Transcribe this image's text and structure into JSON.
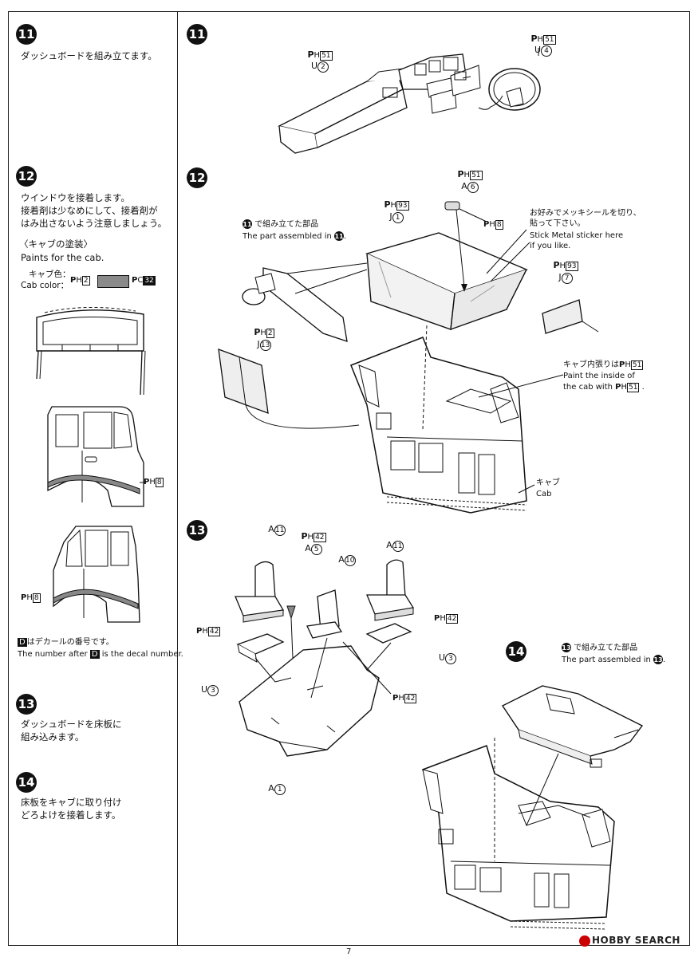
{
  "left": {
    "s11": {
      "num": "11",
      "text": "ダッシュボードを組み立てます。"
    },
    "s12": {
      "num": "12",
      "lines": [
        "ウインドウを接着します。",
        "接着剤は少なめにして、接着剤が",
        "はみ出さないよう注意しましょう。"
      ],
      "paint_jp": "〈キャブの塗装〉",
      "paint_en": "Paints for the cab.",
      "cab_color_jp": "キャブ色：",
      "cab_color_en": "Cab color：",
      "ph_label": "H",
      "ph_code": "2",
      "pc_label": "C",
      "pc_code": "32",
      "side_ph": "H",
      "side_code": "8",
      "side2_ph": "H",
      "side2_code": "8",
      "cab_color_swatch": "#8a8a8a"
    },
    "decal": {
      "d": "D",
      "jp": "はデカールの番号です。",
      "en_pre": "The number after",
      "en_post": "is the decal number."
    },
    "s13": {
      "num": "13",
      "lines": [
        "ダッシュボードを床板に",
        "組み込みます。"
      ]
    },
    "s14": {
      "num": "14",
      "lines": [
        "床板をキャブに取り付け",
        "どろよけを接着します。"
      ]
    }
  },
  "right": {
    "s11": {
      "num": "11",
      "u2_ph": "H",
      "u2_code": "51",
      "u2": "U",
      "u2n": "2",
      "u4_ph": "H",
      "u4_code": "51",
      "u4": "U",
      "u4n": "4"
    },
    "s12": {
      "num": "12",
      "a6_code": "51",
      "a6": "A",
      "a6n": "6",
      "j1_code": "93",
      "j1": "J",
      "j1n": "1",
      "ph8_code": "8",
      "assembled_jp": "で組み立てた部品",
      "assembled_en": "The part assembled in",
      "assembled_num": "11",
      "sticker_jp1": "お好みでメッキシールを切り、",
      "sticker_jp2": "貼って下さい。",
      "sticker_en1": "Stick Metal sticker here",
      "sticker_en2": "if you like.",
      "j7_code": "93",
      "j7": "J",
      "j7n": "7",
      "j13_code": "2",
      "j13": "J",
      "j13n": "13",
      "inside_jp": "キャブ内張りは",
      "inside_code": "51",
      "inside_en1": "Paint the inside of",
      "inside_en2": "the cab with",
      "inside_code2": "51",
      "cab_jp": "キャブ",
      "cab_en": "Cab"
    },
    "s13": {
      "num": "13",
      "a11": "A",
      "a11n": "11",
      "a5_code": "42",
      "a5": "A",
      "a5n": "5",
      "a10": "A",
      "a10n": "10",
      "a11b": "A",
      "a11bn": "11",
      "ph42_a": "42",
      "ph42_b": "42",
      "ph42_c": "42",
      "u3a": "U",
      "u3an": "3",
      "u3b": "U",
      "u3bn": "3",
      "a1": "A",
      "a1n": "1"
    },
    "s14": {
      "num": "14",
      "assembled_jp": "で組み立てた部品",
      "assembled_en": "The part assembled in",
      "assembled_num": "13"
    }
  },
  "footer": {
    "page": "7",
    "watermark": "HOBBY SEARCH"
  }
}
